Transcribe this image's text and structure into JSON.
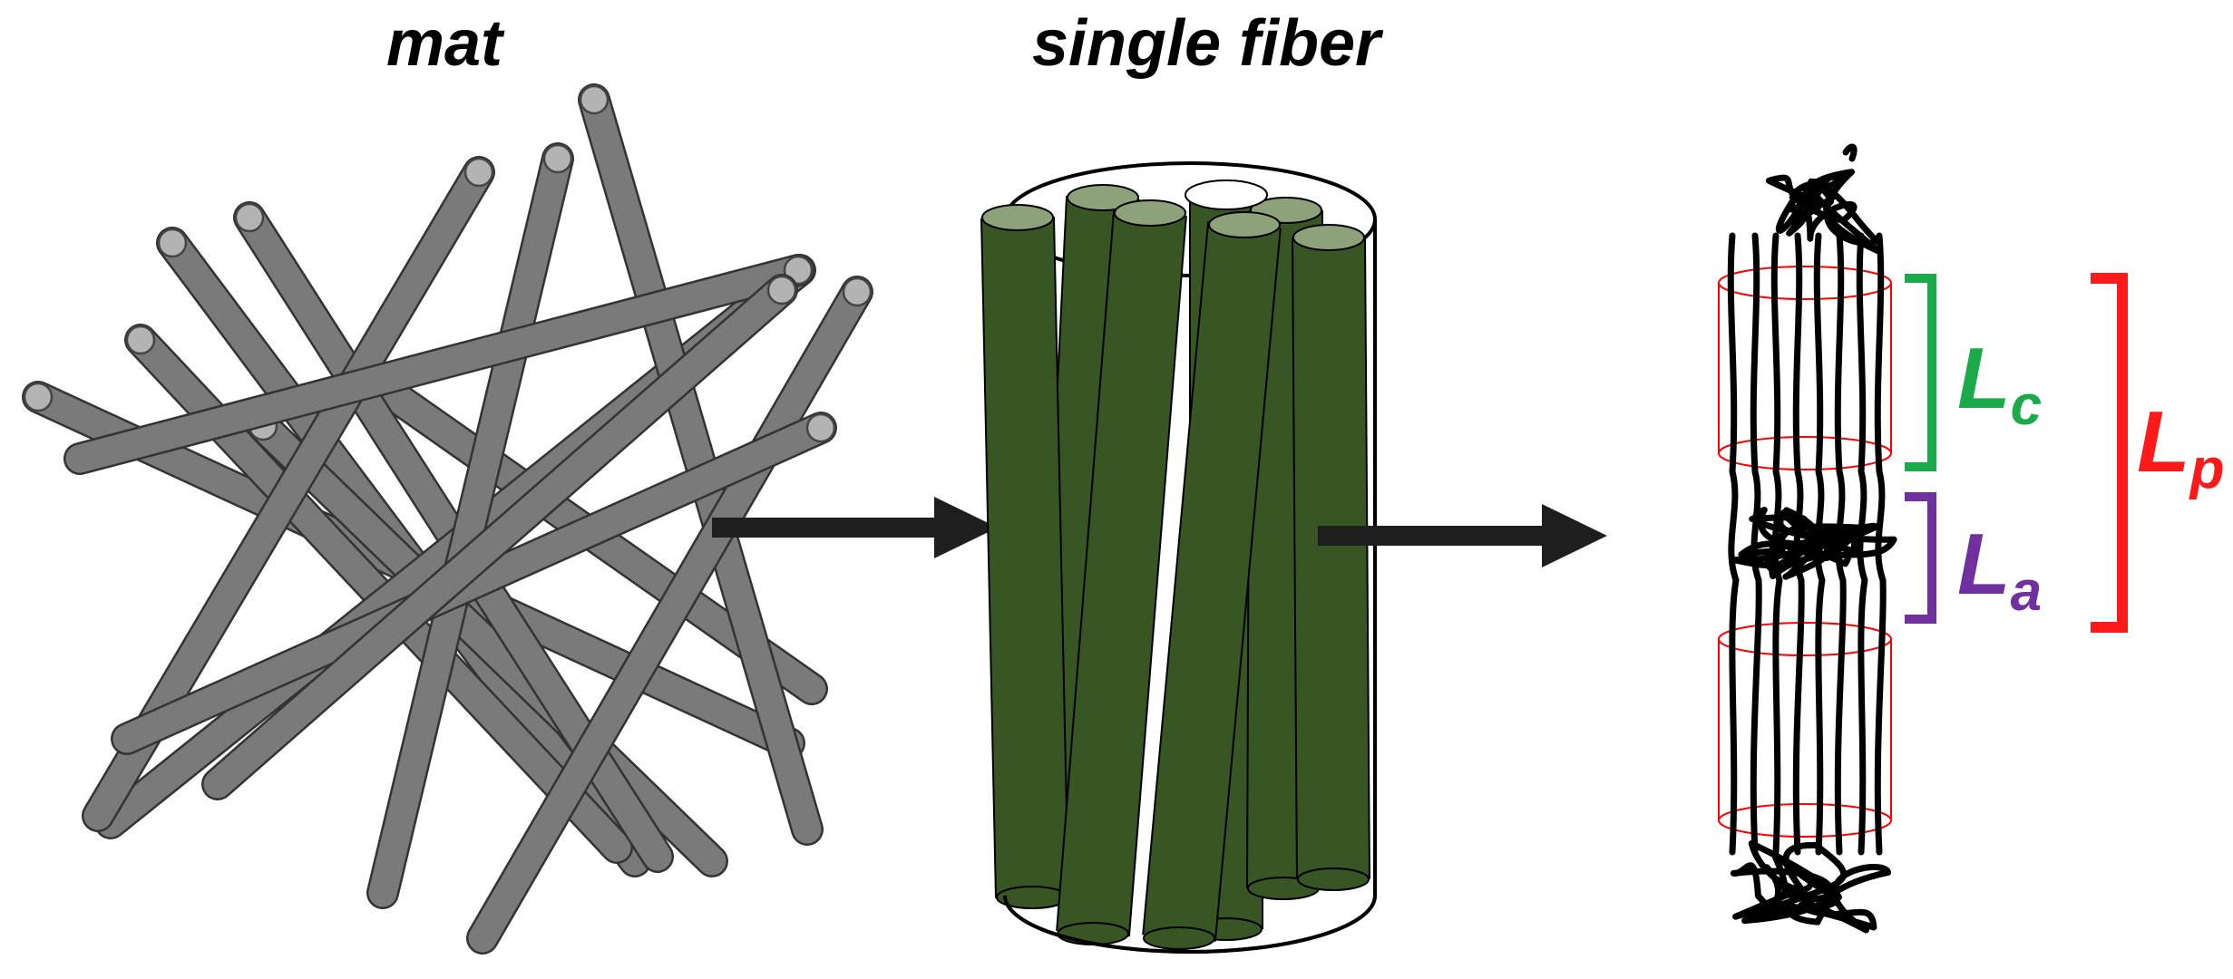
{
  "titles": {
    "mat": "mat",
    "single_fiber": "single fiber"
  },
  "labels": {
    "lc": {
      "main": "L",
      "sub": "c",
      "color": "#1aaa4a"
    },
    "la": {
      "main": "L",
      "sub": "a",
      "color": "#7030a0"
    },
    "lp": {
      "main": "L",
      "sub": "p",
      "color": "#ff1a1a"
    }
  },
  "colors": {
    "rod": "#7a7a7a",
    "rod_cap": "#b3b3b3",
    "fiber": "#375623",
    "fiber_cap": "#8da17a",
    "arrow": "#1e1e1e",
    "crystal_outline": "#ff0000",
    "chain": "#000000"
  }
}
